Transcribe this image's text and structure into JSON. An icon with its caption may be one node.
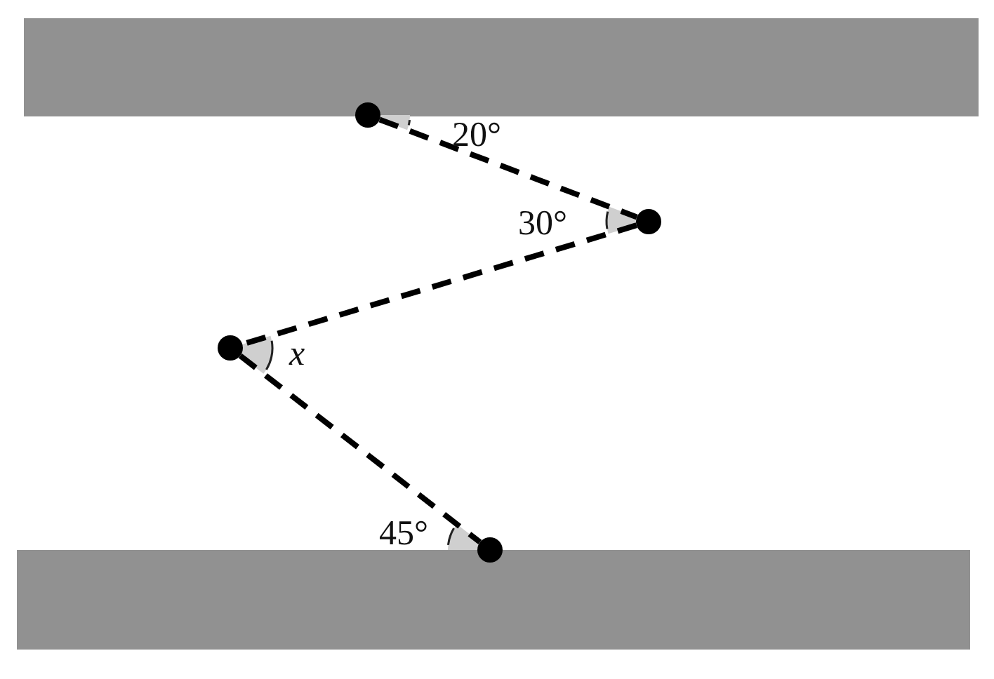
{
  "diagram": {
    "nodes": [
      {
        "text": [],
        "shape": "circle"
      },
      {
        "text": [],
        "shape": "circle"
      },
      {
        "text": [],
        "shape": "circle"
      },
      {
        "text": [],
        "shape": "circle"
      },
      {
        "text": [],
        "shape": "bar"
      },
      {
        "text": [],
        "shape": "bar"
      }
    ],
    "edges": [
      {
        "from": 0,
        "to": 1,
        "arrow": "none",
        "style": "dashed"
      },
      {
        "from": 1,
        "to": 2,
        "arrow": "none",
        "style": "dashed"
      },
      {
        "from": 2,
        "to": 3,
        "arrow": "none",
        "style": "dashed"
      }
    ],
    "labels": [
      "20°",
      "30°",
      "x",
      "45°"
    ]
  }
}
